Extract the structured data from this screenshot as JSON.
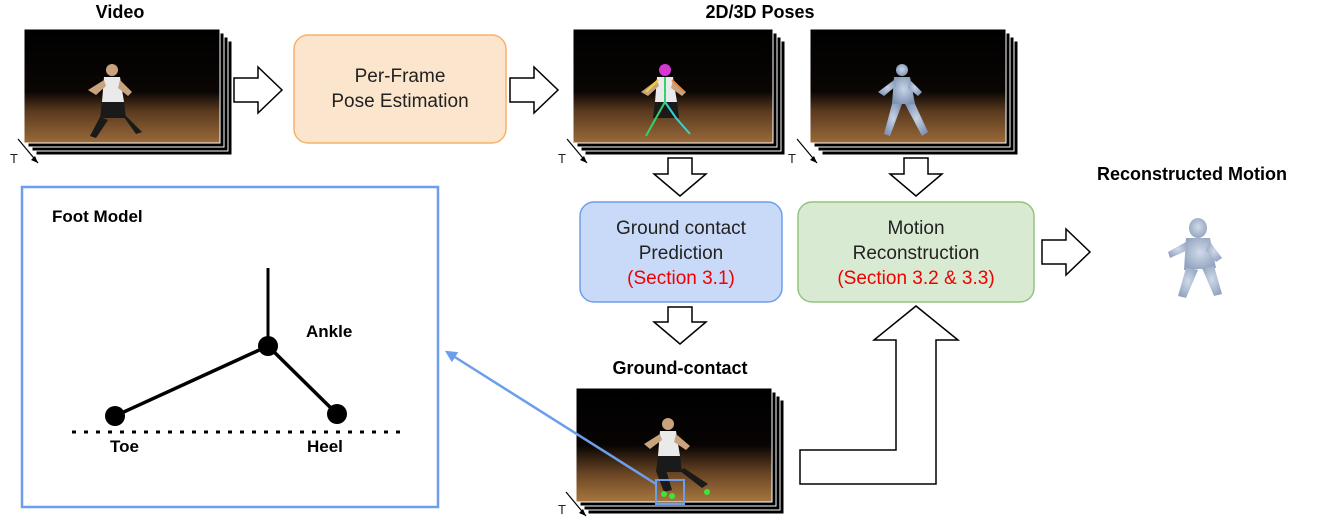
{
  "labels": {
    "video": "Video",
    "poses": "2D/3D Poses",
    "reconstructed_motion": "Reconstructed Motion",
    "foot_model": "Foot Model",
    "ground_contact": "Ground-contact",
    "time_axis": "T"
  },
  "boxes": {
    "pose_estimation": {
      "line1": "Per-Frame",
      "line2": "Pose Estimation"
    },
    "contact_prediction": {
      "line1": "Ground contact",
      "line2": "Prediction",
      "section": "(Section 3.1)"
    },
    "motion_reconstruction": {
      "line1": "Motion",
      "line2": "Reconstruction",
      "section": "(Section 3.2 & 3.3)"
    }
  },
  "foot_model": {
    "ankle": "Ankle",
    "toe": "Toe",
    "heel": "Heel"
  },
  "colors": {
    "pose_box_fill": "#fce5cd",
    "pose_box_stroke": "#f6b26b",
    "contact_box_fill": "#c9daf8",
    "contact_box_stroke": "#6d9eeb",
    "recon_box_fill": "#d9ead3",
    "recon_box_stroke": "#93c47d",
    "foot_panel_stroke": "#6d9eeb",
    "section_text": "#ee0000",
    "contact_marker": "#39e639"
  }
}
